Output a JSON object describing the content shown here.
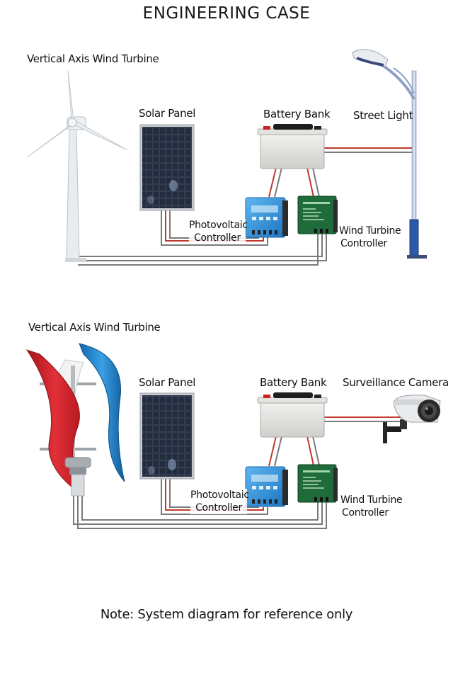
{
  "title": "ENGINEERING CASE",
  "case1": {
    "turbine_label": "Vertical Axis Wind Turbine",
    "solar_label": "Solar Panel",
    "battery_label": "Battery Bank",
    "load_label": "Street Light",
    "pv_controller_label_1": "Photovoltaic",
    "pv_controller_label_2": "Controller",
    "wind_controller_label_1": "Wind Turbine",
    "wind_controller_label_2": "Controller"
  },
  "case2": {
    "turbine_label": "Vertical Axis Wind Turbine",
    "solar_label": "Solar Panel",
    "battery_label": "Battery Bank",
    "load_label": "Surveillance Camera",
    "pv_controller_label_1": "Photovoltaic",
    "pv_controller_label_2": "Controller",
    "wind_controller_label_1": "Wind Turbine",
    "wind_controller_label_2": "Controller"
  },
  "note": "Note: System diagram for reference only",
  "colors": {
    "wire_red": "#c0392b",
    "wire_gray": "#7a7a7a",
    "pv_controller": "#2a8fd8",
    "wind_controller": "#1f6b3a",
    "solar_cell": "#1b2230",
    "blade_red": "#d4202a",
    "blade_blue": "#1d7fc4",
    "pole_blue": "#2d5aa8"
  },
  "icons": {
    "turbine1": "horizontal-blade-turbine-icon",
    "turbine2": "vertical-axis-turbine-icon",
    "solar": "solar-panel-icon",
    "battery": "battery-icon",
    "street_light": "street-light-icon",
    "camera": "surveillance-camera-icon"
  }
}
